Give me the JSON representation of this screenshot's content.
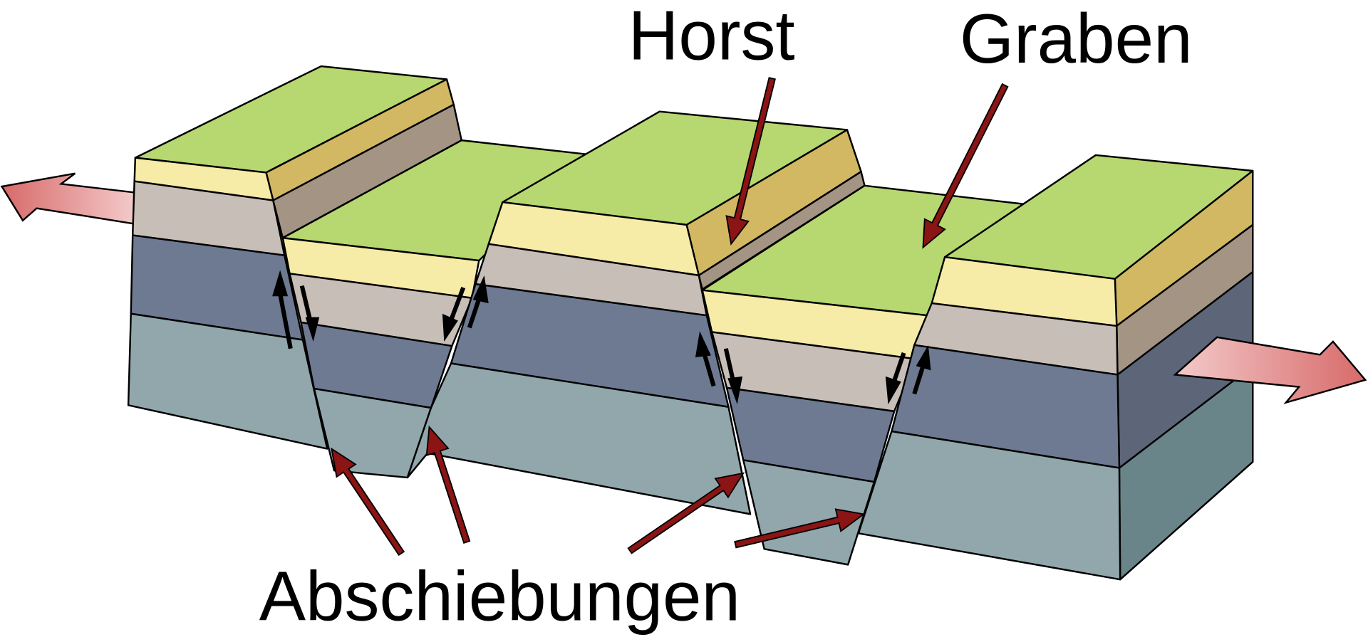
{
  "labels": {
    "horst": "Horst",
    "graben": "Graben",
    "faults": "Abschiebungen"
  },
  "colors": {
    "surface": "#b7d770",
    "layer_cream": "#f7eba8",
    "layer_tan": "#d2b862",
    "layer_beige": "#c8beb8",
    "layer_brown": "#a39484",
    "layer_blue": "#6e7a92",
    "layer_teal": "#91a7ab",
    "side_blue": "#5d6579",
    "side_teal": "#6a8589",
    "pointer": "#8b1414",
    "extension_arrow": "#d86a6a"
  }
}
